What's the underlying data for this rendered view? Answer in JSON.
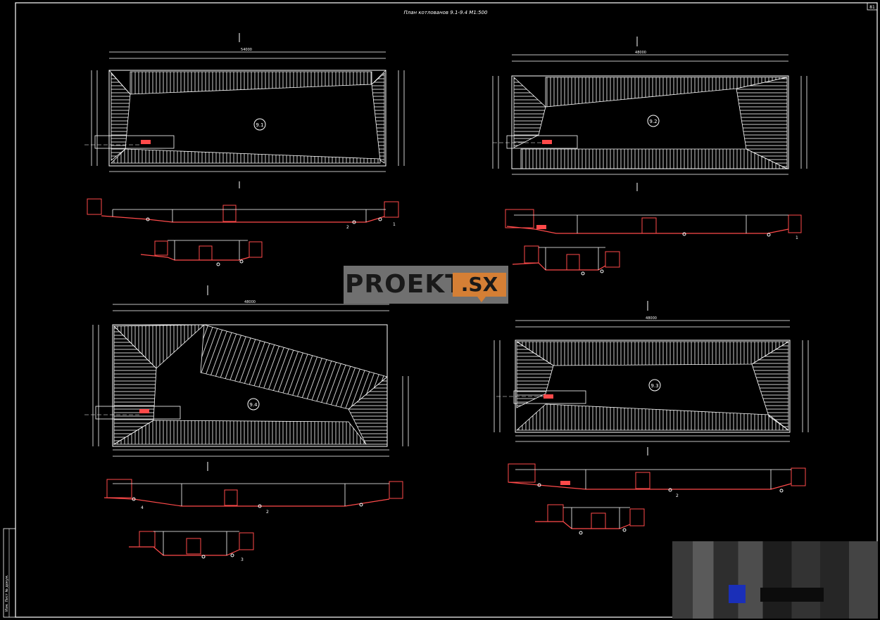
{
  "sheet": {
    "title": "План котлованов 9.1-9.4  М1:500",
    "page_number": "81",
    "colors": {
      "lines": "#ffffff",
      "red": "#ff4a4a",
      "background": "#000000",
      "watermark_bg": "#7a7a7a",
      "watermark_badge": "#e88a3a"
    }
  },
  "watermark": {
    "text": "PROEKT",
    "badge": ".SX"
  },
  "plans": {
    "p1": {
      "label": "9.1",
      "dim_top": "54000"
    },
    "p2": {
      "label": "9.2",
      "dim_top": "48000"
    },
    "p3": {
      "label": "9.3",
      "dim_top": "48000"
    },
    "p4": {
      "label": "9.4",
      "dim_top": "48000"
    }
  },
  "sections": {
    "mark1": "1",
    "mark2": "2",
    "mark3": "3",
    "mark4": "4"
  },
  "stamp": {
    "side_text": "Изм. Лист № докум."
  }
}
